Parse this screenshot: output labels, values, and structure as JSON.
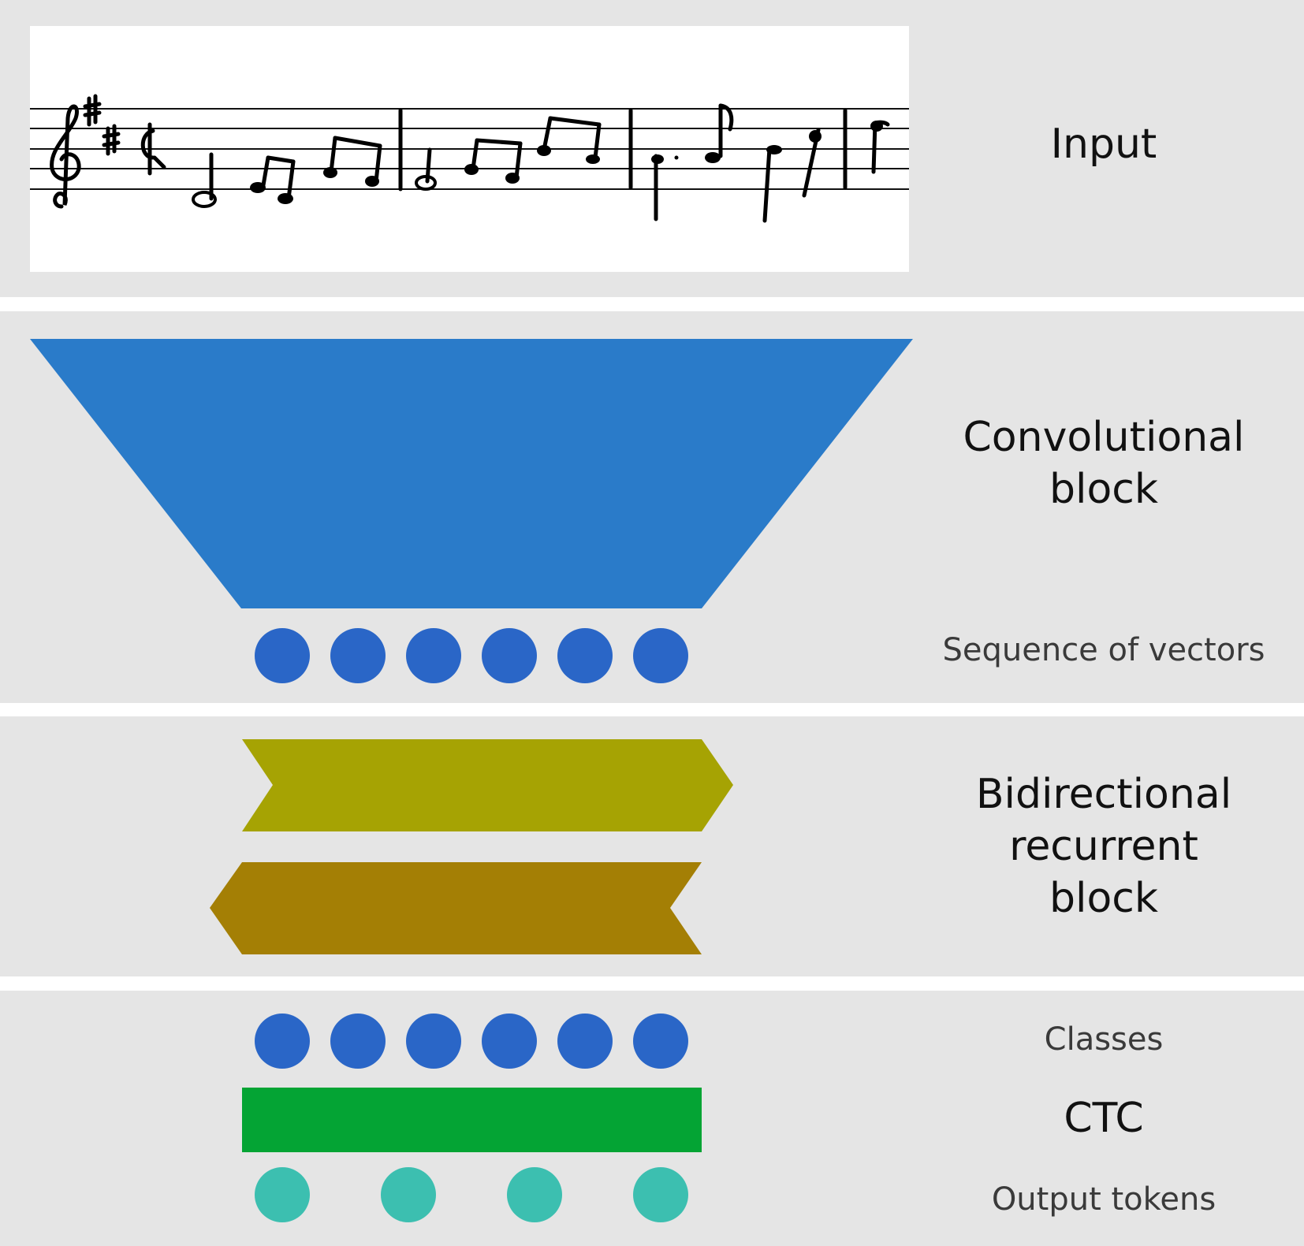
{
  "labels": {
    "input": "Input",
    "conv_line1": "Convolutional",
    "conv_line2": "block",
    "sequence": "Sequence of vectors",
    "rnn_line1": "Bidirectional",
    "rnn_line2": "recurrent",
    "rnn_line3": "block",
    "classes": "Classes",
    "ctc": "CTC",
    "output": "Output tokens"
  },
  "counts": {
    "sequence_vectors": 6,
    "classes": 6,
    "output_tokens": 4
  },
  "colors": {
    "background": "#e5e5e5",
    "conv_block": "#2a7bc9",
    "vector_dot": "#2a66c7",
    "forward_rnn": "#a6a303",
    "backward_rnn": "#a47f05",
    "ctc_block": "#04a434",
    "token_dot": "#3cbfb0"
  }
}
